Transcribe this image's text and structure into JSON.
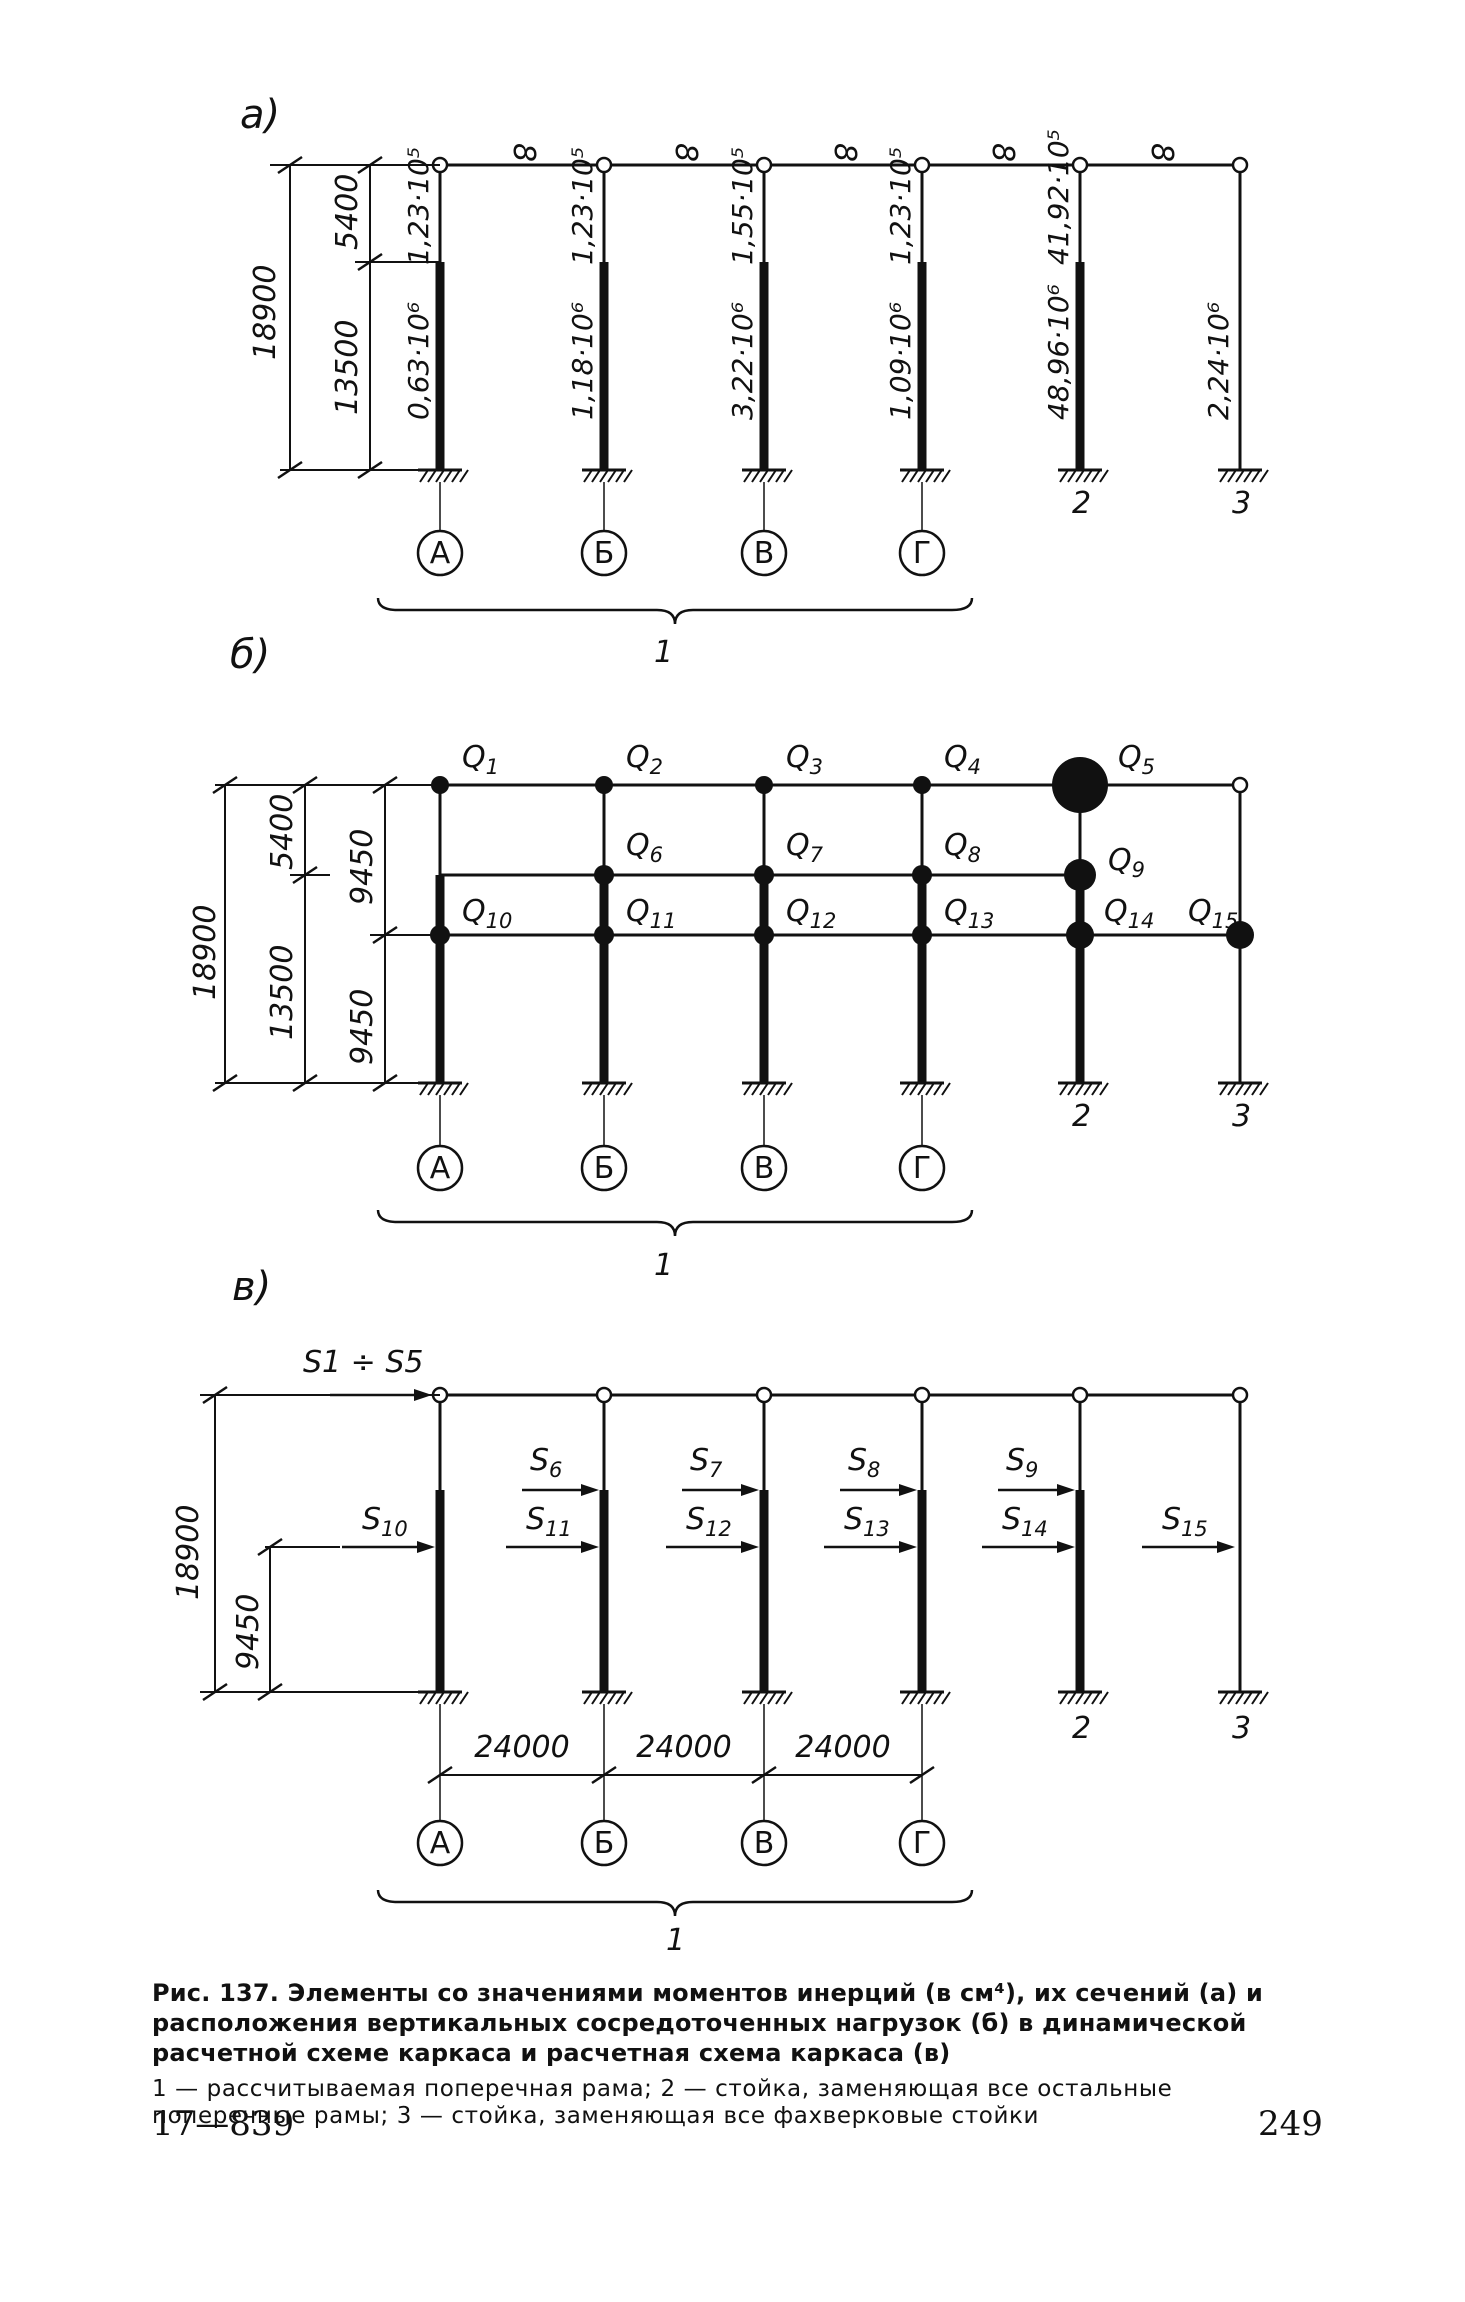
{
  "panels": {
    "a": {
      "letter": "а)",
      "dims": {
        "total": "18900",
        "upper": "5400",
        "lower": "13500"
      },
      "beam_label": "8",
      "columns": [
        {
          "upper": "1,23·10⁵",
          "lower": "0,63·10⁶"
        },
        {
          "upper": "1,23·10⁵",
          "lower": "1,18·10⁶"
        },
        {
          "upper": "1,55·10⁵",
          "lower": "3,22·10⁶"
        },
        {
          "upper": "1,23·10⁵",
          "lower": "1,09·10⁶"
        },
        {
          "upper": "41,92·10⁵",
          "lower": "48,96·10⁶"
        },
        {
          "upper": "",
          "lower": "2,24·10⁶"
        }
      ]
    },
    "b": {
      "letter": "б)",
      "dims": {
        "total": "18900",
        "upper": "5400",
        "lower": "13500",
        "half_top": "9450",
        "half_bottom": "9450"
      },
      "masses": [
        "Q1",
        "Q2",
        "Q3",
        "Q4",
        "Q5",
        "Q6",
        "Q7",
        "Q8",
        "Q9",
        "Q10",
        "Q11",
        "Q12",
        "Q13",
        "Q14",
        "Q15"
      ]
    },
    "c": {
      "letter": "в)",
      "dims": {
        "total": "18900",
        "half": "9450"
      },
      "spans": [
        "24000",
        "24000",
        "24000"
      ],
      "top_force": "S1 ÷ S5",
      "forces": [
        "S6",
        "S7",
        "S8",
        "S9",
        "S10",
        "S11",
        "S12",
        "S13",
        "S14",
        "S15"
      ]
    }
  },
  "axes": [
    "А",
    "Б",
    "В",
    "Г"
  ],
  "extra_columns": [
    "2",
    "3"
  ],
  "group_label": "1",
  "caption": {
    "title": "Рис. 137. Элементы со значениями моментов инерций (в см⁴), их сечений (а) и расположения вертикальных сосредоточенных нагрузок (б) в динамической расчетной схеме каркаса и расчетная схема каркаса (в)",
    "legend": "1 — рассчитываемая поперечная рама; 2 — стойка, заменяющая все остальные поперечные рамы; 3 — стойка, заменяющая все фахверковые стойки"
  },
  "footer": {
    "left": "17—839",
    "page": "249"
  }
}
